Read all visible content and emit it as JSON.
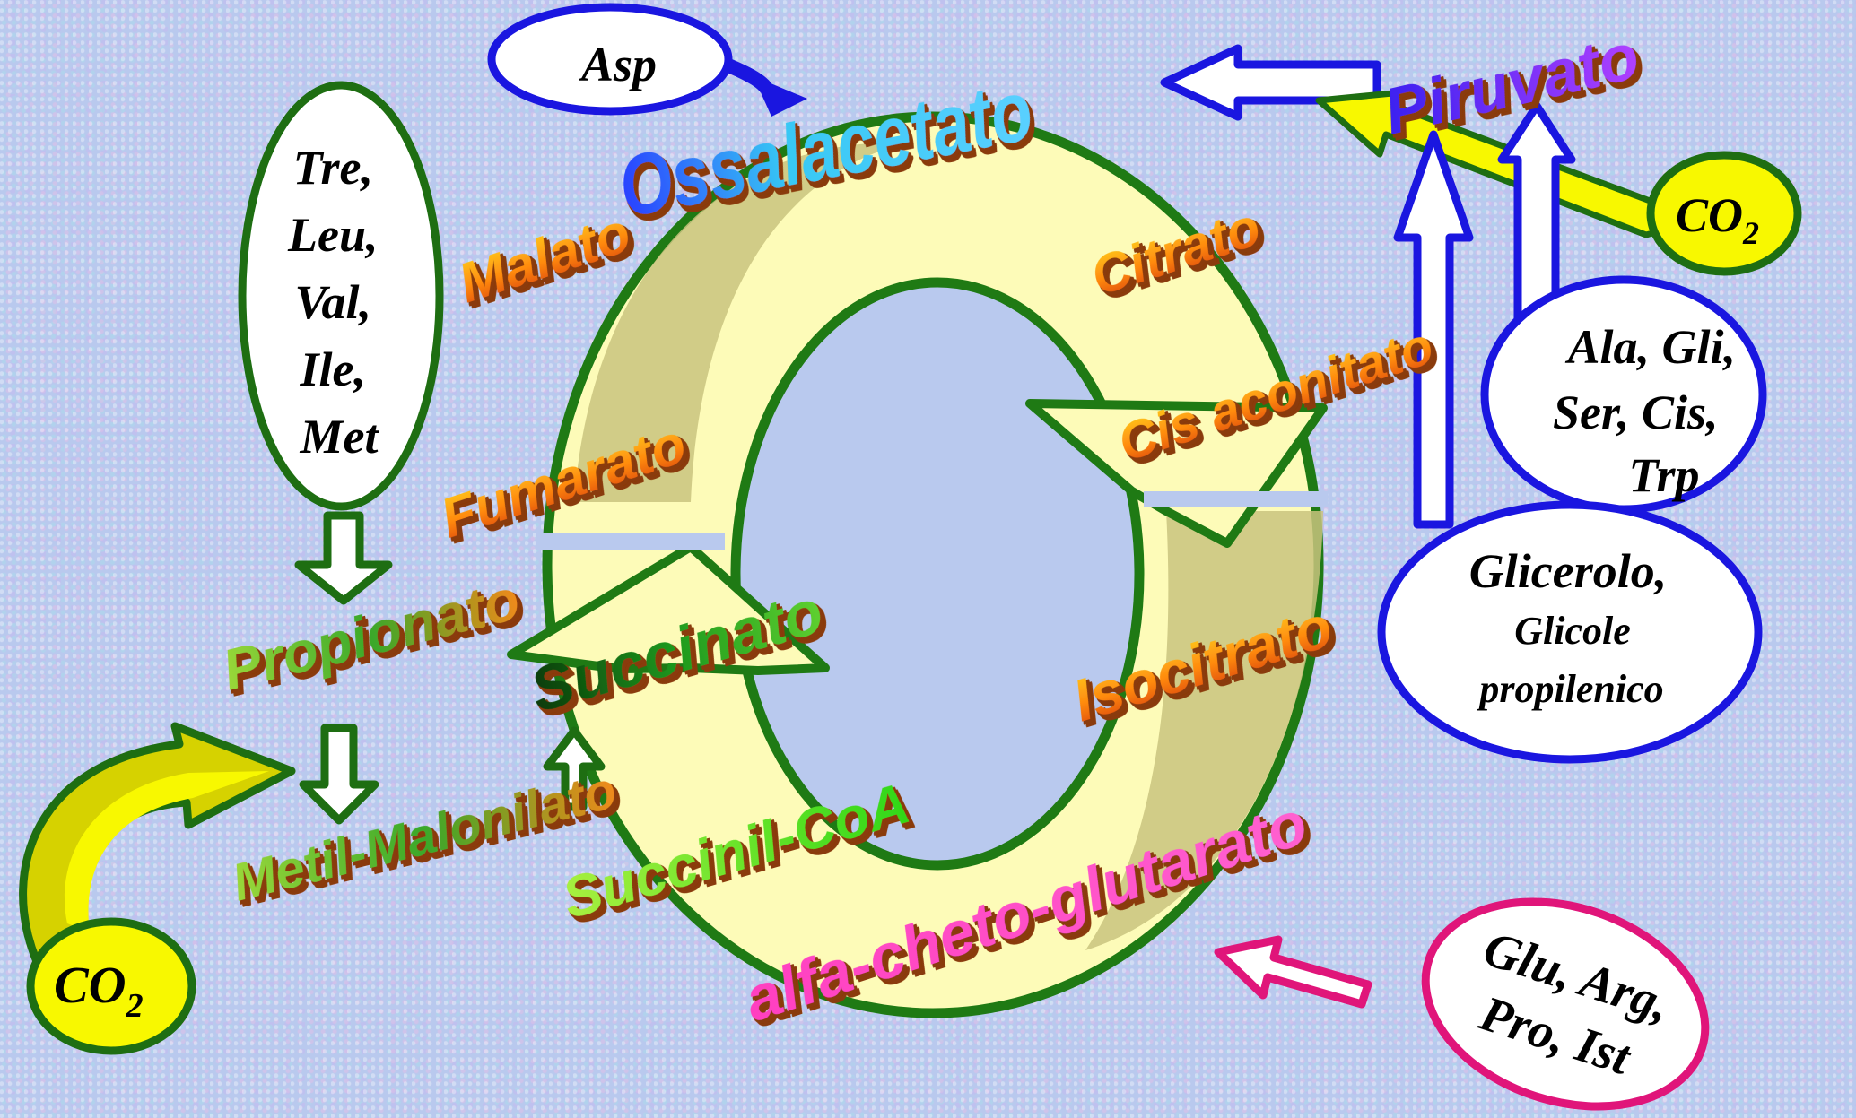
{
  "colors": {
    "ring_fill": "#fdfbb8",
    "ring_shadow": "#c9c37e",
    "ring_outline": "#1f7a14",
    "blue_outline": "#1a16e0",
    "green_outline": "#1e6e12",
    "pink_outline": "#e0157a",
    "co2_fill": "#f8f800"
  },
  "cycle": {
    "ossalacetato": "Ossalacetato",
    "citrato": "Citrato",
    "cis_aconitato": "Cis aconitato",
    "isocitrato": "Isocitrato",
    "alfa_cheto_glutarato": "alfa-cheto-glutarato",
    "succinil_coa": "Succinil-CoA",
    "succinato": "Succinato",
    "fumarato": "Fumarato",
    "malato": "Malato"
  },
  "side": {
    "piruvato": "Piruvato",
    "propionato": "Propionato",
    "metil_malonilato": "Metil-Malonilato"
  },
  "ovals": {
    "asp": "Asp",
    "tre_leu": [
      "Tre,",
      "Leu,",
      "Val,",
      "Ile,",
      "Met"
    ],
    "ala_gli": [
      "Ala, Gli,",
      "Ser, Cis,",
      "Trp"
    ],
    "glicerolo": [
      "Glicerolo,",
      "Glicole",
      "propilenico"
    ],
    "glu_arg": [
      "Glu, Arg,",
      "Pro, Ist"
    ]
  },
  "co2": {
    "base": "CO",
    "sub": "2"
  }
}
